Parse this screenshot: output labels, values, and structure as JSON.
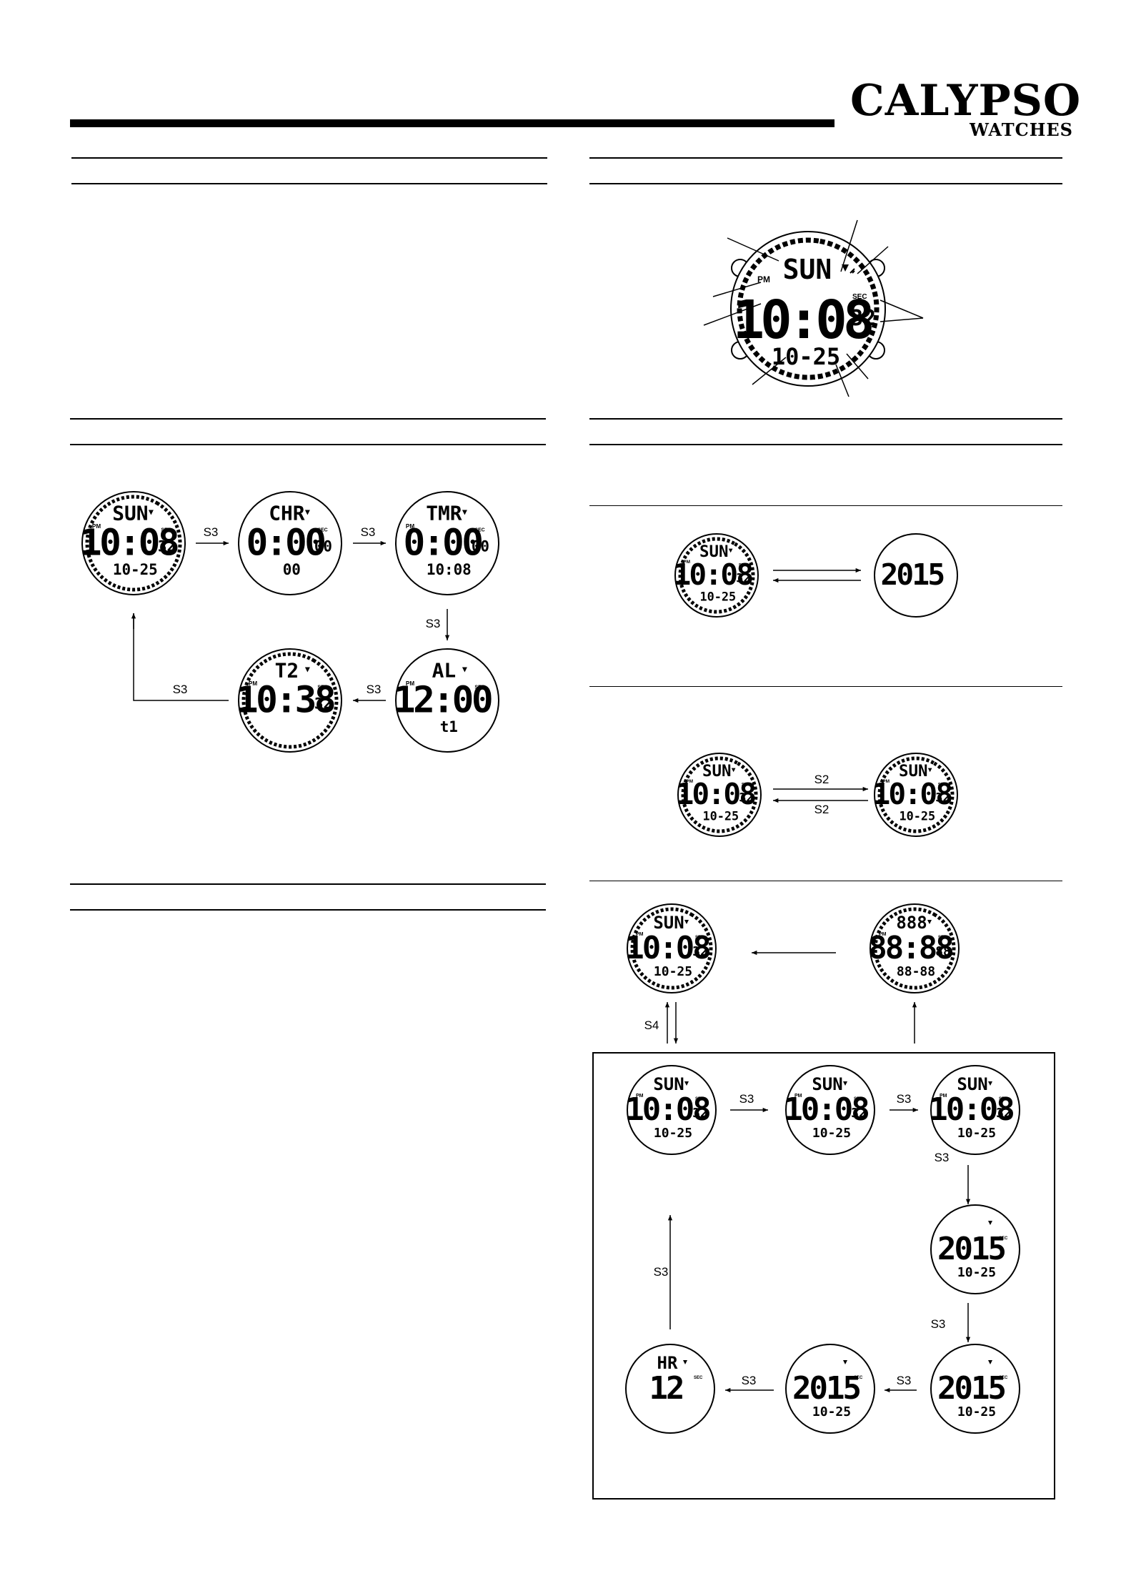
{
  "brand": {
    "name": "CALYPSO",
    "sub": "WATCHES"
  },
  "lcd": {
    "day": "SUN",
    "time": "10:08",
    "sec": "32",
    "date": "10-25",
    "pm": "PM",
    "sec_label": "SEC",
    "chr": "CHR",
    "chr_time": "0:00",
    "chr_sec": "00",
    "chr_sub": "00",
    "tmr": "TMR",
    "tmr_time": "0:00",
    "tmr_sec": "00",
    "tmr_sub": "10:08",
    "al": "AL",
    "al_time": "12:00",
    "al_sub": "t1",
    "t2": "T2",
    "t2_time": "10:38",
    "t2_sec": "32",
    "year": "2015",
    "hr": "HR",
    "hr_val": "12",
    "test_day": "888",
    "test_time": "88:88",
    "test_sec": "88",
    "test_date": "88-88"
  },
  "buttons": {
    "s2": "S2",
    "s3": "S3",
    "s4": "S4"
  }
}
